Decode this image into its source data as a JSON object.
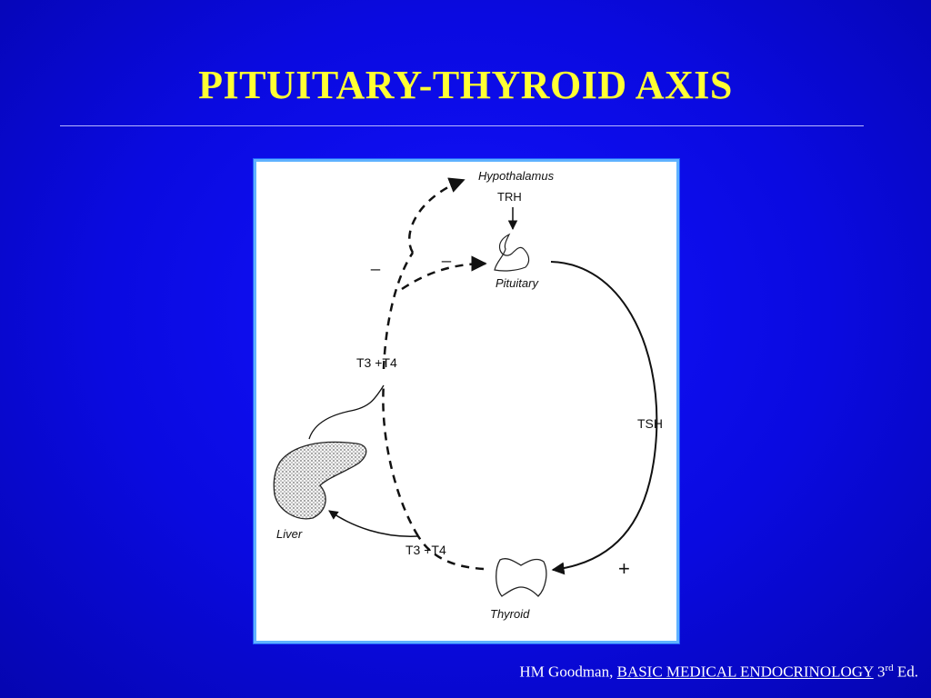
{
  "slide": {
    "title": "PITUITARY-THYROID AXIS"
  },
  "diagram": {
    "hypothalamus_label": "Hypothalamus",
    "trh_label": "TRH",
    "pituitary_label": "Pituitary",
    "tsh_label": "TSH",
    "thyroid_label": "Thyroid",
    "liver_label": "Liver",
    "t3t4_upper_label": "T3 +T4",
    "t3t4_lower_label": "T3 +T4",
    "minus_left": "_",
    "minus_right": "_",
    "plus": "+"
  },
  "citation": {
    "author": "HM Goodman,",
    "book": "BASIC MEDICAL ENDOCRINOLOGY",
    "edition_number": "3",
    "edition_suffix": "rd",
    "edition_tail": "Ed."
  }
}
